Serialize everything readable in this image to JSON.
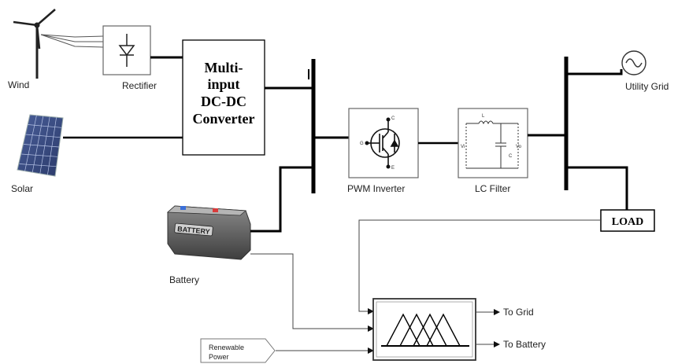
{
  "labels": {
    "wind": "Wind",
    "rectifier": "Rectifier",
    "solar": "Solar",
    "converter_line1": "Multi-",
    "converter_line2": "input",
    "converter_line3": "DC-DC",
    "converter_line4": "Converter",
    "battery": "Battery",
    "battery_case": "BATTERY",
    "pwm_inverter": "PWM Inverter",
    "lc_filter": "LC Filter",
    "utility_grid": "Utility Grid",
    "load": "LOAD",
    "to_grid": "To Grid",
    "to_battery": "To Battery",
    "renewable_line1": "Renewable",
    "renewable_line2": "Power"
  },
  "inverter_pins": {
    "c": "C",
    "g": "G",
    "e": "E"
  },
  "lc_pins": {
    "l": "L",
    "c": "C",
    "vin": "Vi",
    "vout": "Vo"
  },
  "icons": {
    "wind": "wind-turbine-icon",
    "rectifier": "diode-icon",
    "solar": "solar-panel-icon",
    "battery": "battery-icon",
    "inverter": "igbt-icon",
    "lc_filter": "lc-circuit-icon",
    "grid": "ac-source-icon",
    "fuzzy": "fuzzy-membership-icon"
  }
}
